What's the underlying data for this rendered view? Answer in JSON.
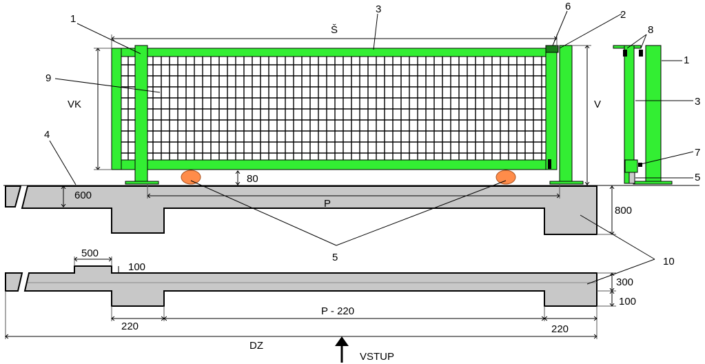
{
  "labels": {
    "n1_left": "1",
    "n3_top": "3",
    "n6": "6",
    "n2": "2",
    "n8": "8",
    "n1_right": "1",
    "n9": "9",
    "n3_right": "3",
    "n4": "4",
    "n7": "7",
    "n5_right": "5",
    "n5_bottom": "5",
    "n10": "10"
  },
  "dimensions": {
    "width_s": "Š",
    "height_vk": "VK",
    "height_v": "V",
    "gap_80": "80",
    "depth_600": "600",
    "length_p": "P",
    "depth_800": "800",
    "width_500": "500",
    "height_100_top": "100",
    "height_300": "300",
    "height_100_right": "100",
    "left_220": "220",
    "mid_p220": "P - 220",
    "right_220": "220",
    "total_dz": "DZ"
  },
  "entry_label": "VSTUP",
  "colors": {
    "frame_green": "#33ee33",
    "mesh_black": "#000000",
    "concrete_grey": "#c8c8c8",
    "roller_orange": "#ff8c4a",
    "cap_dark_green": "#1a7a1a"
  }
}
